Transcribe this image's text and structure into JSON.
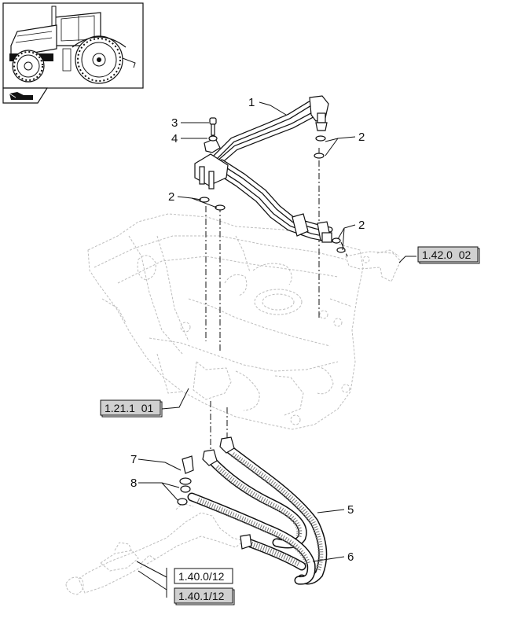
{
  "callouts": [
    {
      "id": "c1",
      "label": "1"
    },
    {
      "id": "c2a",
      "label": "2"
    },
    {
      "id": "c2b",
      "label": "2"
    },
    {
      "id": "c2c",
      "label": "2"
    },
    {
      "id": "c3",
      "label": "3"
    },
    {
      "id": "c4",
      "label": "4"
    },
    {
      "id": "c5",
      "label": "5"
    },
    {
      "id": "c6",
      "label": "6"
    },
    {
      "id": "c7",
      "label": "7"
    },
    {
      "id": "c8",
      "label": "8"
    }
  ],
  "references": [
    {
      "id": "ref_1420",
      "label": "1.42.0  02"
    },
    {
      "id": "ref_1211",
      "label": "1.21.1  01"
    },
    {
      "id": "ref_1400",
      "label": "1.40.0/12"
    },
    {
      "id": "ref_1401",
      "label": "1.40.1/12"
    }
  ],
  "icons": {
    "thumbnail": "tractor-thumbnail-icon",
    "nav": "next-page-arrow-icon"
  }
}
